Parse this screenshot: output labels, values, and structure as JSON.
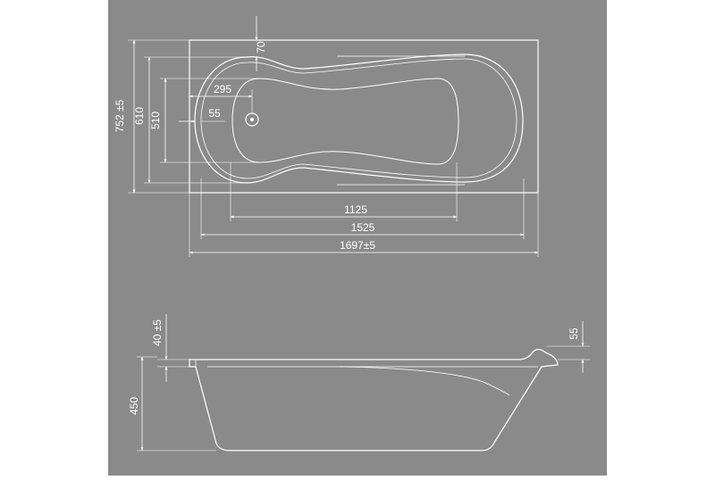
{
  "colors": {
    "panel_bg": "#8a8a8a",
    "line": "#ffffff",
    "page_bg": "#ffffff"
  },
  "top_view": {
    "dimensions": {
      "overflow_offset": "70",
      "drain_from_end": "295",
      "drain_from_rim": "55",
      "overall_width": "752 ±5",
      "inner_width": "610",
      "bottom_width": "510",
      "bottom_length": "1125",
      "inner_length": "1525",
      "overall_length": "1697±5"
    }
  },
  "side_view": {
    "dimensions": {
      "rim_height": "40 ±5",
      "headrest_height": "55",
      "depth": "450"
    }
  }
}
